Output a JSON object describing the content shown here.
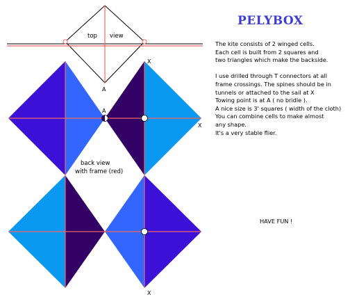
{
  "title": "PELYBOX",
  "colors": {
    "dark_purple": "#330066",
    "indigo": "#3d10d8",
    "royal_blue": "#3366ff",
    "sky_blue": "#0a98f0",
    "frame_red": "#ee6666",
    "title_color": "#3c3cd2"
  },
  "diagram": {
    "top_view_label_left": "top",
    "top_view_label_right": "view",
    "back_view_line1": "back view",
    "back_view_line2": "with frame (red)",
    "point_a": "A",
    "point_x": "X"
  },
  "description": [
    "The kite consists of 2 winged cells.",
    "Each cell is built from 2 squares and",
    "two triangles which make the backside.",
    "",
    "I use drilled through T connectors at all",
    "frame crossings. The spines should be in",
    "tunnels or attached to the sail at X",
    "Towing point is at A ( no bridle ).",
    "A nice size is 3' squares ( width of the cloth)",
    "You can combine cells to make almost",
    "any shape.",
    "It's a very stable flier."
  ],
  "footer": "HAVE FUN !"
}
